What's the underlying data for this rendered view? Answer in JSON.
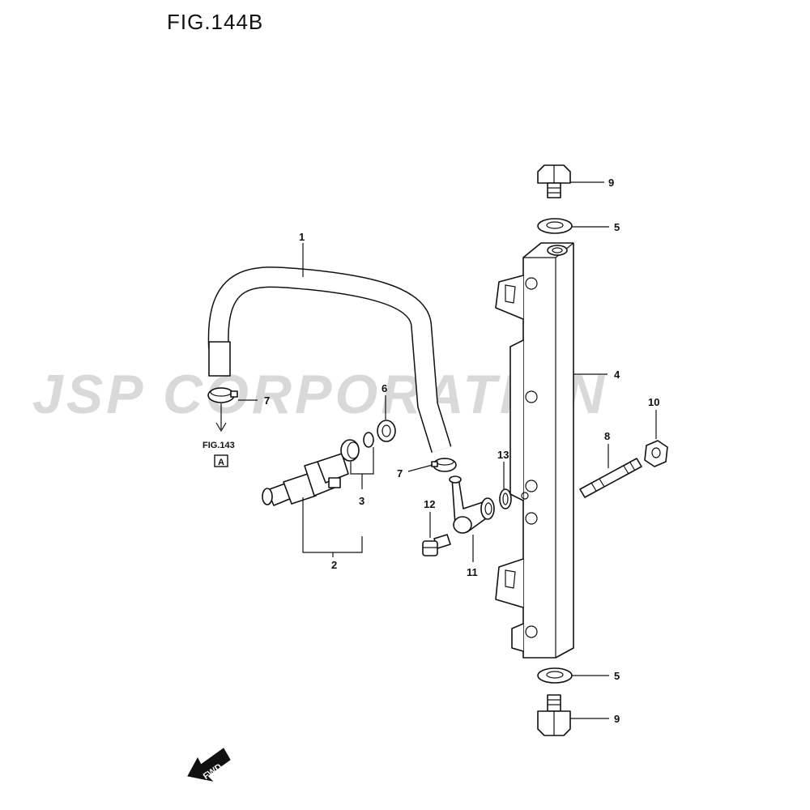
{
  "figure": {
    "title": "FIG.144B",
    "watermark": "JSP CORPORATION",
    "reference_label": "FIG.143",
    "reference_box": "A",
    "fwd_label": "FWD"
  },
  "callouts": [
    {
      "id": "c1",
      "label": "1"
    },
    {
      "id": "c2",
      "label": "2"
    },
    {
      "id": "c3",
      "label": "3"
    },
    {
      "id": "c4",
      "label": "4"
    },
    {
      "id": "c5a",
      "label": "5"
    },
    {
      "id": "c5b",
      "label": "5"
    },
    {
      "id": "c6",
      "label": "6"
    },
    {
      "id": "c7a",
      "label": "7"
    },
    {
      "id": "c7b",
      "label": "7"
    },
    {
      "id": "c8",
      "label": "8"
    },
    {
      "id": "c9a",
      "label": "9"
    },
    {
      "id": "c9b",
      "label": "9"
    },
    {
      "id": "c10",
      "label": "10"
    },
    {
      "id": "c11",
      "label": "11"
    },
    {
      "id": "c12",
      "label": "12"
    },
    {
      "id": "c13",
      "label": "13"
    }
  ],
  "colors": {
    "line": "#111111",
    "watermark": "#d9d9d9",
    "background": "#ffffff"
  }
}
